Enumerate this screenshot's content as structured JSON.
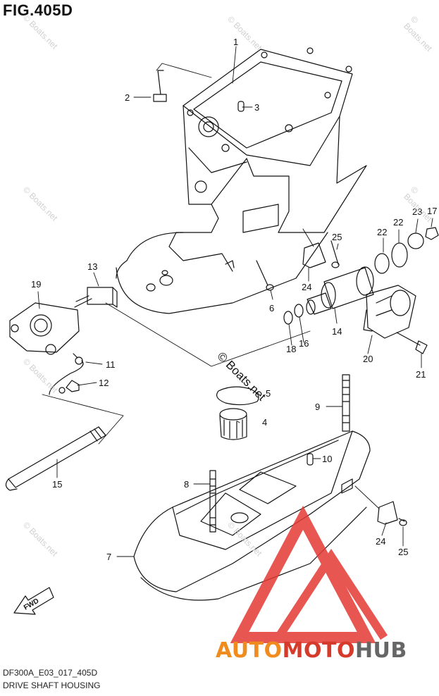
{
  "figure": {
    "title": "FIG.405D",
    "code": "DF300A_E03_017_405D",
    "name": "DRIVE SHAFT HOUSING"
  },
  "callouts": [
    "1",
    "2",
    "3",
    "4",
    "5",
    "6",
    "7",
    "8",
    "9",
    "10",
    "11",
    "12",
    "13",
    "14",
    "15",
    "16",
    "17",
    "18",
    "19",
    "20",
    "21",
    "22",
    "22",
    "23",
    "24",
    "24",
    "25",
    "25"
  ],
  "watermark": {
    "small": "© Boats.net",
    "large": "© Boats.net"
  },
  "direction_arrow": "FWD",
  "logo": {
    "part1": "AUTO",
    "part2": "MOTO",
    "part3": "HUB",
    "colors": {
      "auto": "#f08c1e",
      "moto": "#d63a2b",
      "hub": "#666666",
      "triangle": "#e53935"
    }
  }
}
